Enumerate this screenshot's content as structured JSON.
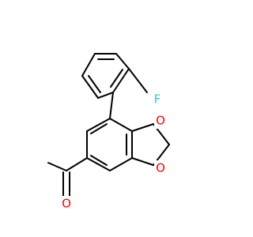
{
  "molecule": {
    "atom_labels": {
      "fluorine": "F",
      "ring_oxygen_top": "O",
      "ring_oxygen_bottom": "O",
      "aldehyde_oxygen": "O"
    },
    "colors": {
      "bond": "#000000",
      "fluorine": "#33cccc",
      "oxygen": "#ff0000",
      "background": "#ffffff"
    }
  }
}
